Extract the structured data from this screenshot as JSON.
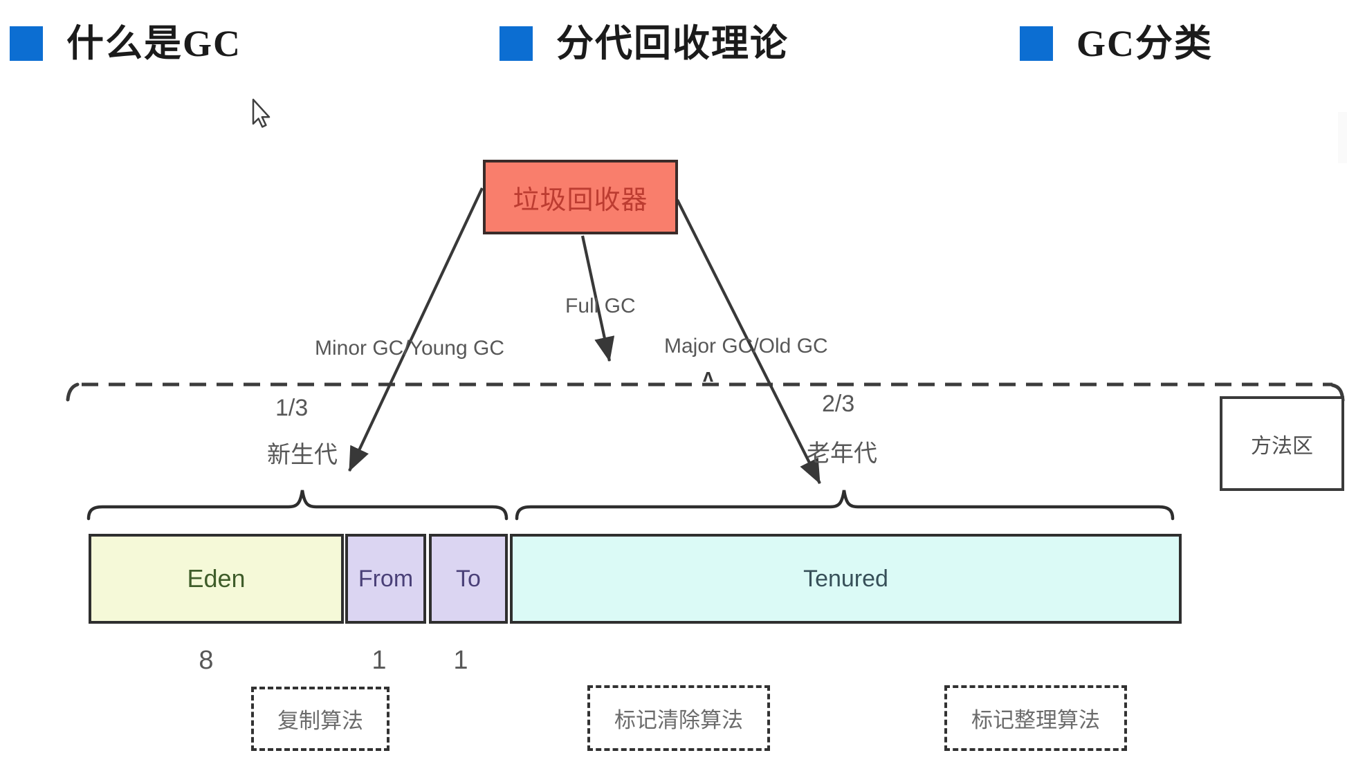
{
  "headers": [
    {
      "label": "什么是GC"
    },
    {
      "label": "分代回收理论"
    },
    {
      "label": "GC分类"
    }
  ],
  "diagram": {
    "collector_label": "垃圾回收器",
    "minor_gc_label": "Minor GC/Young GC",
    "full_gc_label": "Full GC",
    "major_gc_label": "Major GC/Old GC",
    "young_fraction": "1/3",
    "old_fraction": "2/3",
    "young_gen_label": "新生代",
    "old_gen_label": "老年代",
    "method_area_label": "方法区",
    "caret_mark": "ʌ"
  },
  "heap_bar": {
    "regions": [
      {
        "label": "Eden",
        "ratio": "8"
      },
      {
        "label": "From",
        "ratio": "1"
      },
      {
        "label": "To",
        "ratio": "1"
      },
      {
        "label": "Tenured",
        "ratio": ""
      }
    ]
  },
  "algorithms": [
    {
      "label": "复制算法"
    },
    {
      "label": "标记清除算法"
    },
    {
      "label": "标记整理算法"
    }
  ],
  "colors": {
    "accent_blue": "#0C6ED2",
    "collector_bg": "#F97E6C",
    "collector_text": "#BC3C31",
    "eden_bg": "#F5F9D8",
    "survivor_bg": "#DBD5F2",
    "tenured_bg": "#DBFAF6",
    "line": "#383838",
    "label_gray": "#575757"
  }
}
